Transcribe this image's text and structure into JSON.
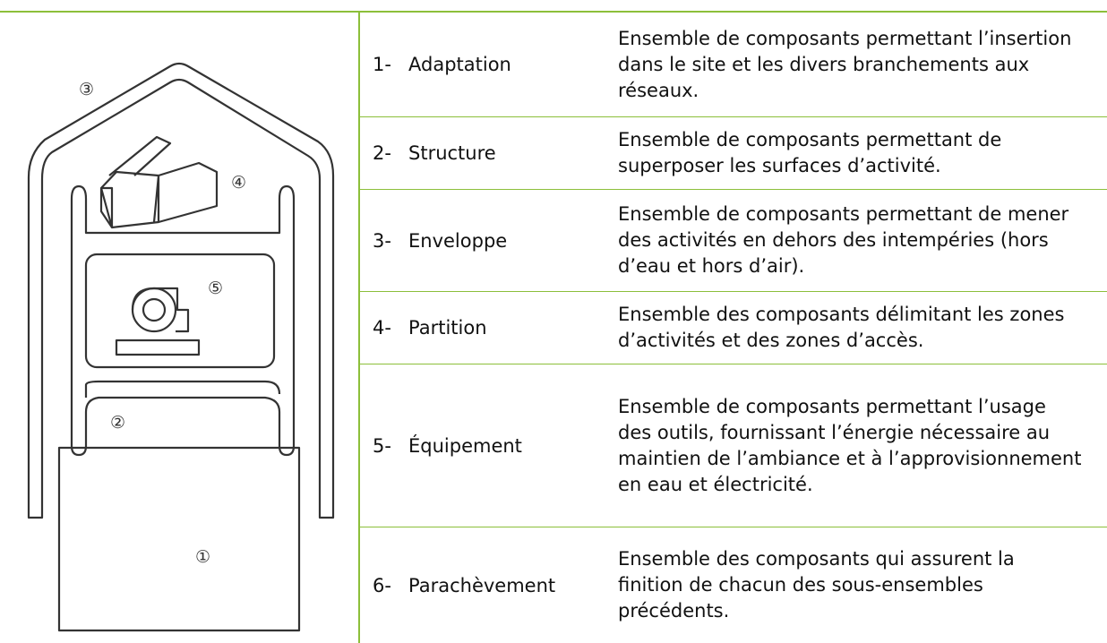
{
  "figure": {
    "markers": [
      "③",
      "④",
      "⑤",
      "②",
      "①"
    ]
  },
  "rows": [
    {
      "index": "1-",
      "name": "Adaptation",
      "description": "Ensemble de composants permettant l’insertion dans le site et les divers branchements aux réseaux."
    },
    {
      "index": "2-",
      "name": "Structure",
      "description": "Ensemble de composants permettant de superposer les surfaces d’activité."
    },
    {
      "index": "3-",
      "name": "Enveloppe",
      "description": "Ensemble de composants permettant de mener des activités en dehors des intempéries (hors d’eau et hors d’air)."
    },
    {
      "index": "4-",
      "name": "Partition",
      "description": "Ensemble des composants délimitant les zones d’activités et des zones d’accès."
    },
    {
      "index": "5-",
      "name": "Équipement",
      "description": "Ensemble de composants permettant l’usage des outils, fournissant l’énergie nécessaire au maintien de l’ambiance et à l’approvisionnement en eau et électricité."
    },
    {
      "index": "6-",
      "name": "Parachèvement",
      "description": "Ensemble des composants qui assurent la finition de chacun des sous-ensembles précédents."
    }
  ]
}
